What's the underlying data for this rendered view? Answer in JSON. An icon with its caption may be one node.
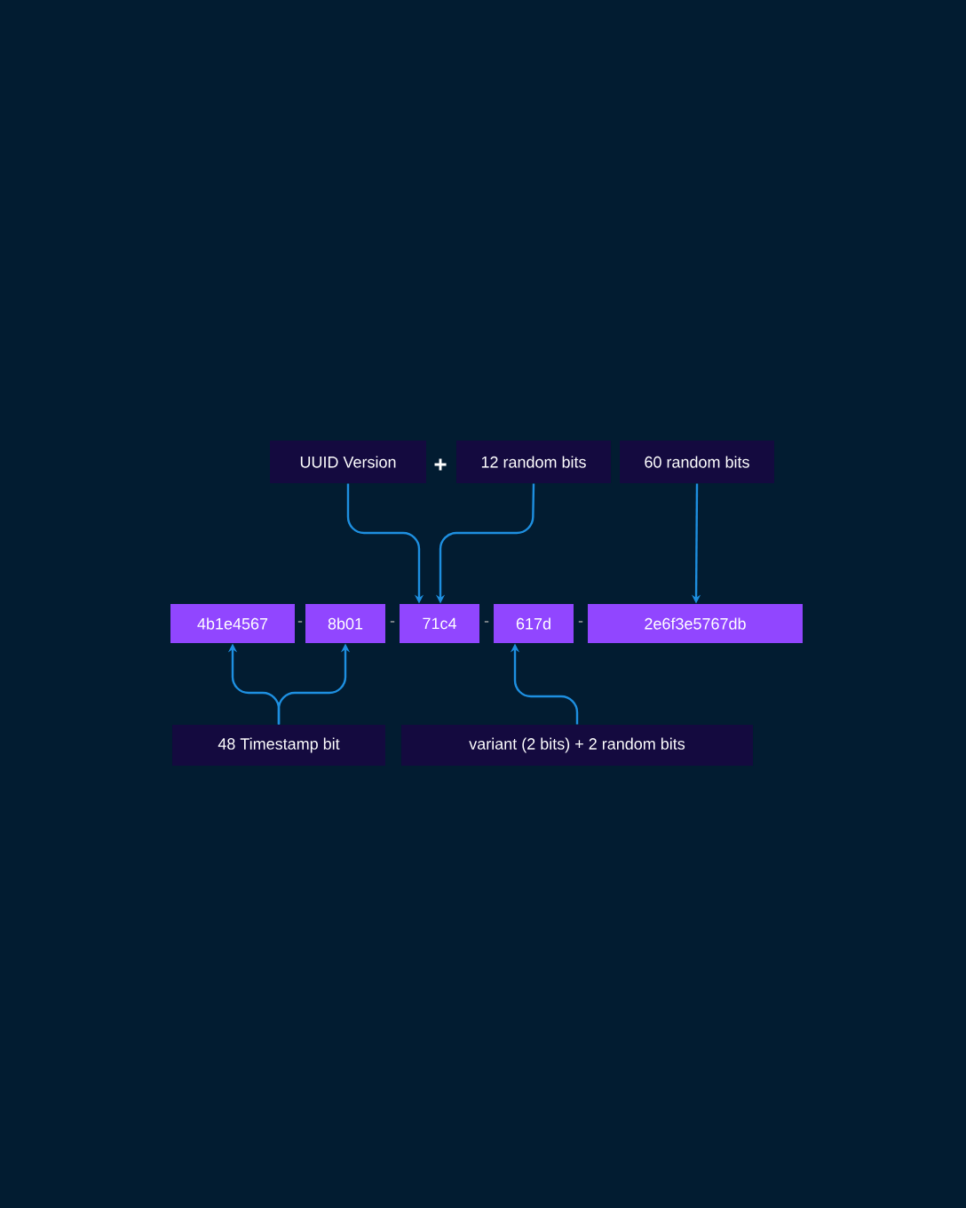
{
  "diagram": {
    "nodes": [
      {
        "text": [
          "UUID Version"
        ]
      },
      {
        "text": [
          "12 random bits"
        ]
      },
      {
        "text": [
          "60 random bits"
        ]
      },
      {
        "text": [
          "4b1e4567"
        ]
      },
      {
        "text": [
          "8b01"
        ]
      },
      {
        "text": [
          "71c4"
        ]
      },
      {
        "text": [
          "617d"
        ]
      },
      {
        "text": [
          "2e6f3e5767db"
        ]
      },
      {
        "text": [
          "48 Timestamp bit"
        ]
      },
      {
        "text": [
          "variant (2 bits) + 2 random bits"
        ]
      }
    ],
    "edges": [
      {
        "from": 0,
        "to": 5,
        "arrow": "to"
      },
      {
        "from": 1,
        "to": 5,
        "arrow": "to"
      },
      {
        "from": 2,
        "to": 7,
        "arrow": "to"
      },
      {
        "from": 8,
        "to": 3,
        "arrow": "to"
      },
      {
        "from": 8,
        "to": 4,
        "arrow": "to"
      },
      {
        "from": 9,
        "to": 6,
        "arrow": "to"
      }
    ],
    "labels": [
      "+",
      "-",
      "-",
      "-",
      "-"
    ]
  }
}
